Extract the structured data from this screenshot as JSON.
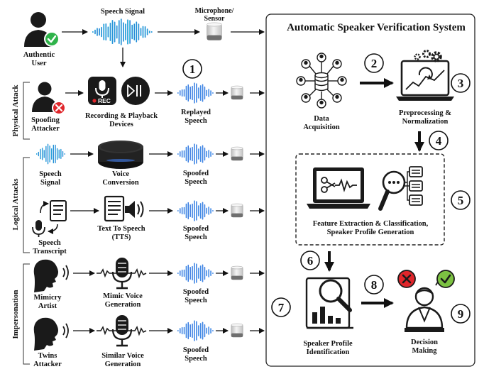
{
  "system_title": "Automatic Speaker Verification System",
  "top_row": {
    "authentic_user": "Authentic User",
    "speech_signal": "Speech Signal",
    "microphone_sensor": "Microphone/ Sensor"
  },
  "categories": {
    "physical": "Physical Attack",
    "logical": "Logical Attacks",
    "impersonation": "Impersonation"
  },
  "physical_row": {
    "attacker": "Spoofing Attacker",
    "device": "Recording & Playback Devices",
    "device_rec": "REC",
    "output": "Replayed Speech"
  },
  "voice_conversion_row": {
    "source": "Speech Signal",
    "device": "Voice Conversion",
    "output": "Spoofed Speech"
  },
  "tts_row": {
    "source": "Speech Transcript",
    "device": "Text To Speech (TTS)",
    "output": "Spoofed Speech"
  },
  "mimicry_row": {
    "source": "Mimicry Artist",
    "device": "Mimic Voice Generation",
    "output": "Spoofed Speech"
  },
  "twins_row": {
    "source": "Twins Attacker",
    "device": "Similar Voice Generation",
    "output": "Spoofed Speech"
  },
  "asv_steps": {
    "data_acquisition": "Data Acquisition",
    "preprocessing": "Preprocessing & Normalization",
    "feature_extraction": "Feature Extraction & Classification, Speaker Profile Generation",
    "speaker_identification": "Speaker Profile Identification",
    "decision_making": "Decision Making"
  },
  "step_numbers": [
    "1",
    "2",
    "3",
    "4",
    "5",
    "6",
    "7",
    "8",
    "9"
  ],
  "colors": {
    "wave_start": "#1fc7d6",
    "wave_end": "#2b63d9",
    "check_green": "#2fb34a",
    "reject_red": "#e0262b",
    "dark": "#1a1a1a",
    "speaker_gray": "#d9d9d9"
  }
}
